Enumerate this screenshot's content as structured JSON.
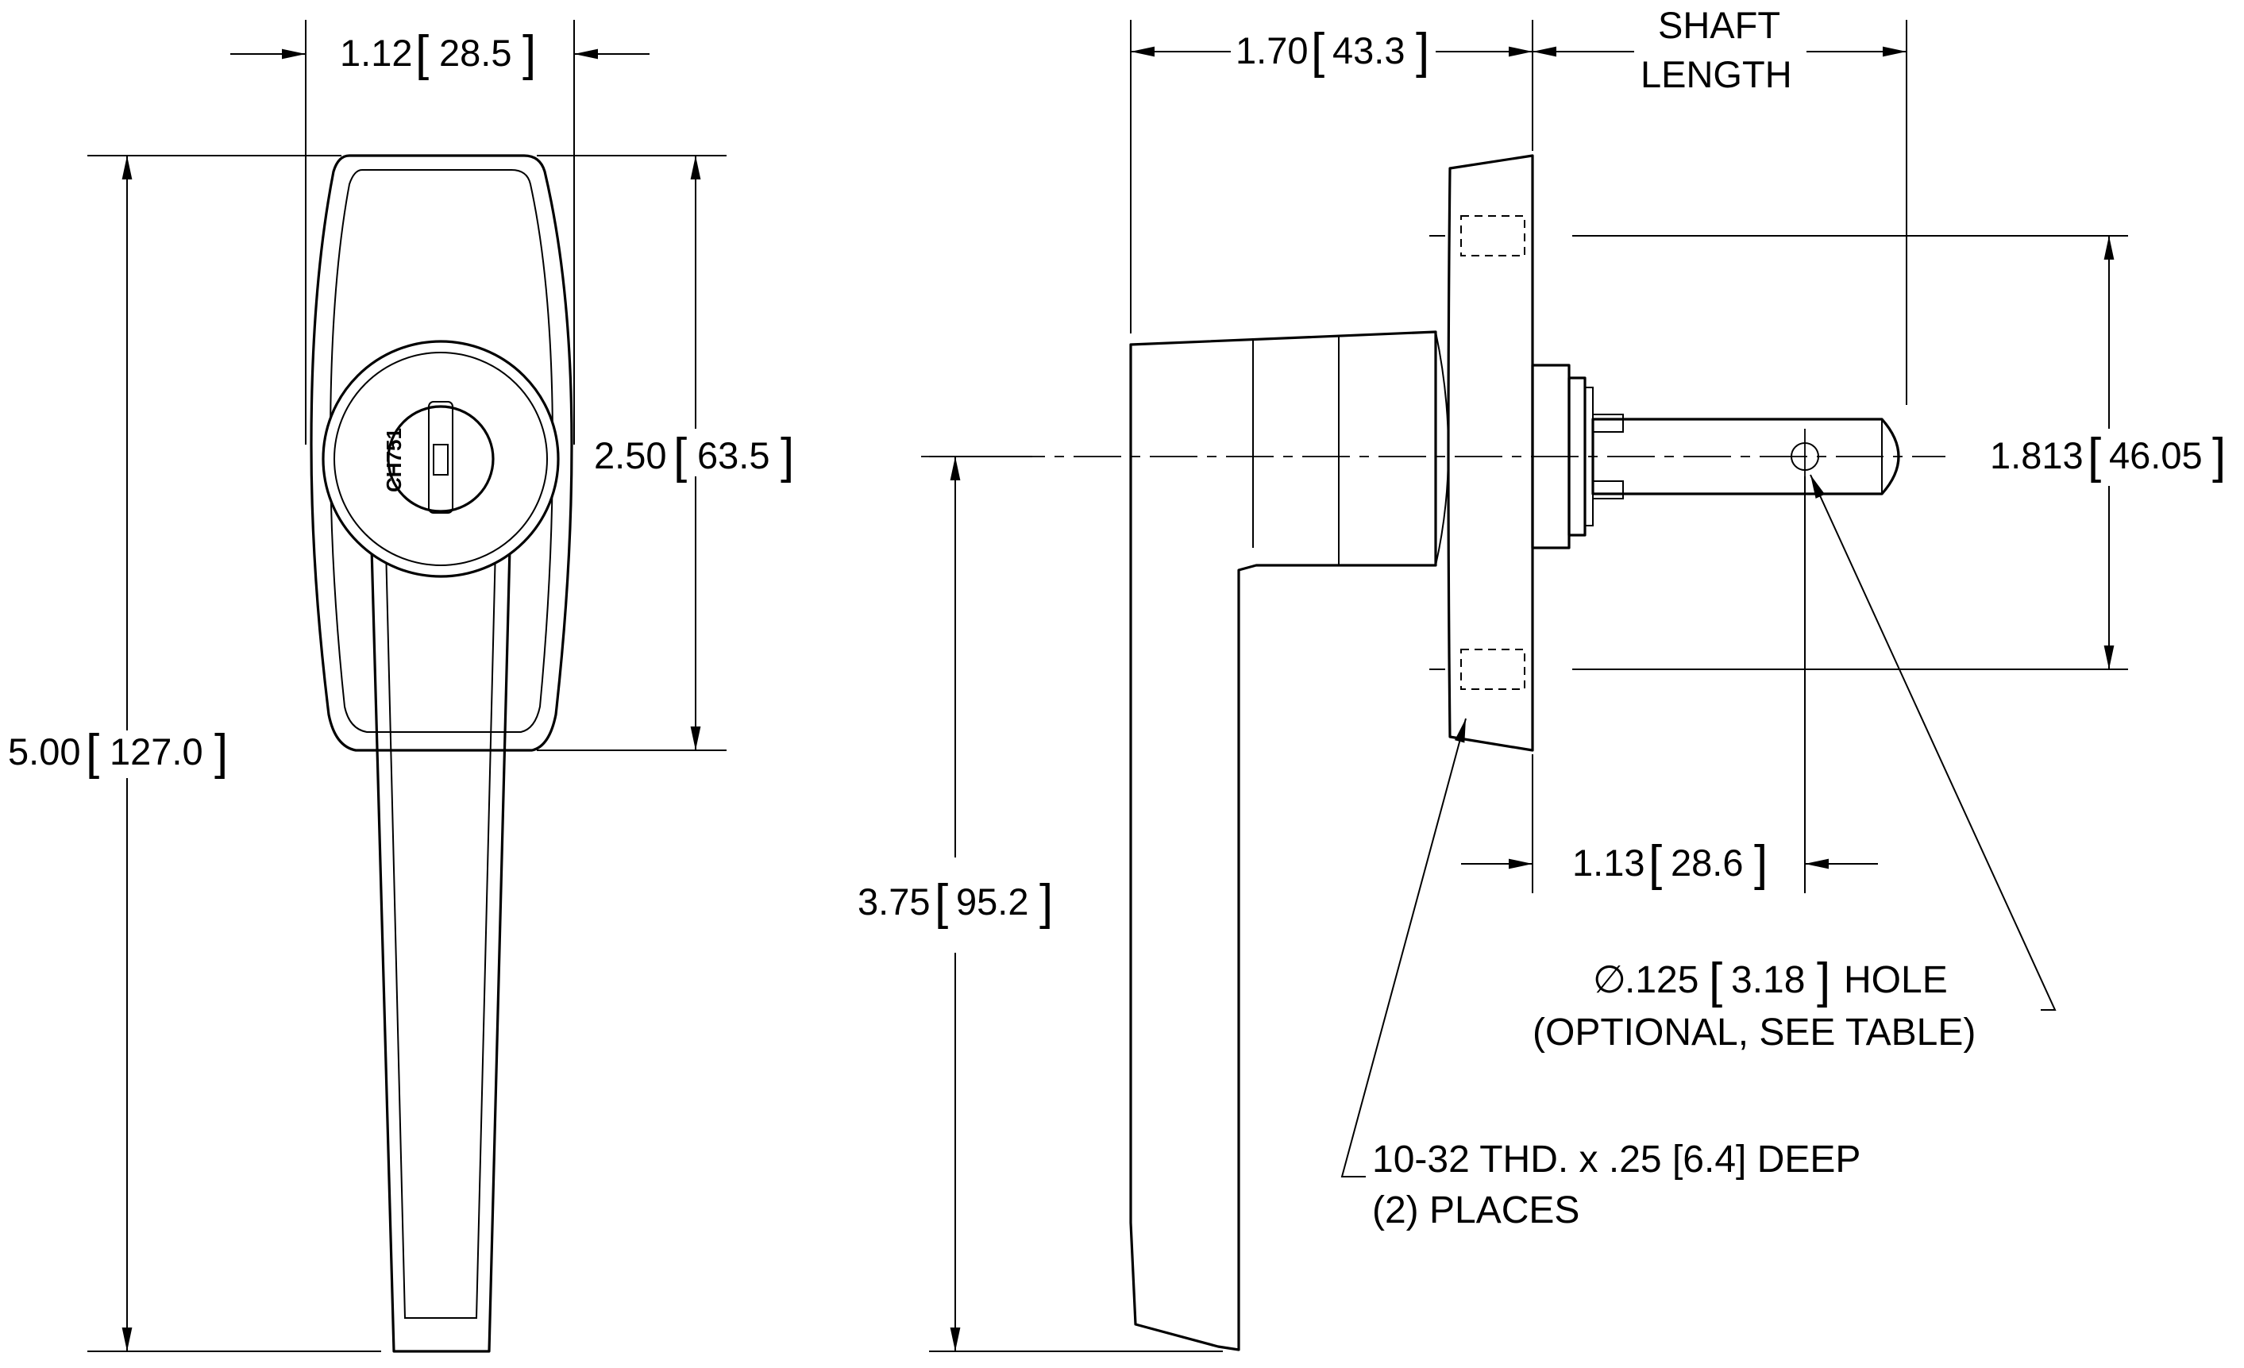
{
  "dimensions": {
    "handle_width": {
      "value": "1.12",
      "metric": "28.5"
    },
    "lock_height": {
      "value": "2.50",
      "metric": "63.5"
    },
    "overall_height": {
      "value": "5.00",
      "metric": "127.0"
    },
    "handle_projection": {
      "value": "1.70",
      "metric": "43.3"
    },
    "shaft_length_line1": "SHAFT",
    "shaft_length_line2": "LENGTH",
    "mount_spacing": {
      "value": "1.813",
      "metric": "46.05"
    },
    "handle_drop": {
      "value": "3.75",
      "metric": "95.2"
    },
    "hole_offset": {
      "value": "1.13",
      "metric": "28.6"
    }
  },
  "notes": {
    "hole_symbol": "∅",
    "hole_value": ".125",
    "hole_metric": "3.18",
    "hole_suffix": "HOLE",
    "hole_line2": "(OPTIONAL, SEE TABLE)",
    "thread_line1": "10-32 THD. x .25 [6.4] DEEP",
    "thread_line2": "(2) PLACES"
  },
  "lock": {
    "key_code": "CH751"
  }
}
